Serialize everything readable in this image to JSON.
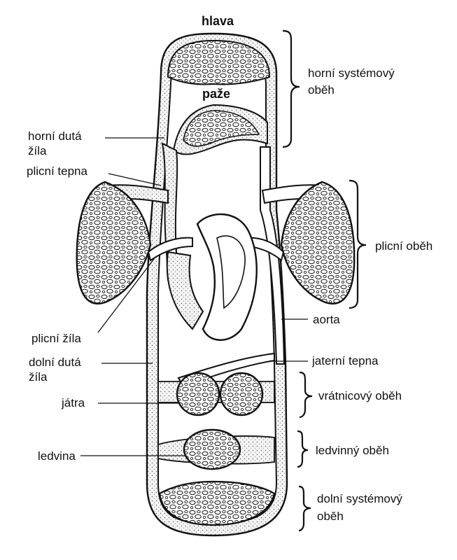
{
  "colors": {
    "ink": "#111111",
    "stipple": "#ededed",
    "paper": "#ffffff"
  },
  "labels": {
    "head": "hlava",
    "arms": "paže",
    "superior_vena_cava": [
      "horní dutá",
      "žíla"
    ],
    "pulmonary_artery": "plicní tepna",
    "pulmonary_vein": "plicní žíla",
    "inferior_vena_cava": [
      "dolní dutá",
      "žíla"
    ],
    "liver": "játra",
    "kidney": "ledvina",
    "aorta": "aorta",
    "hepatic_artery": "jaterní tepna"
  },
  "circuits": {
    "upper_systemic": [
      "horní systémový",
      "oběh"
    ],
    "pulmonary": "plicní oběh",
    "portal": "vrátnicový oběh",
    "renal": "ledvinný oběh",
    "lower_systemic": [
      "dolní systémový",
      "oběh"
    ]
  }
}
